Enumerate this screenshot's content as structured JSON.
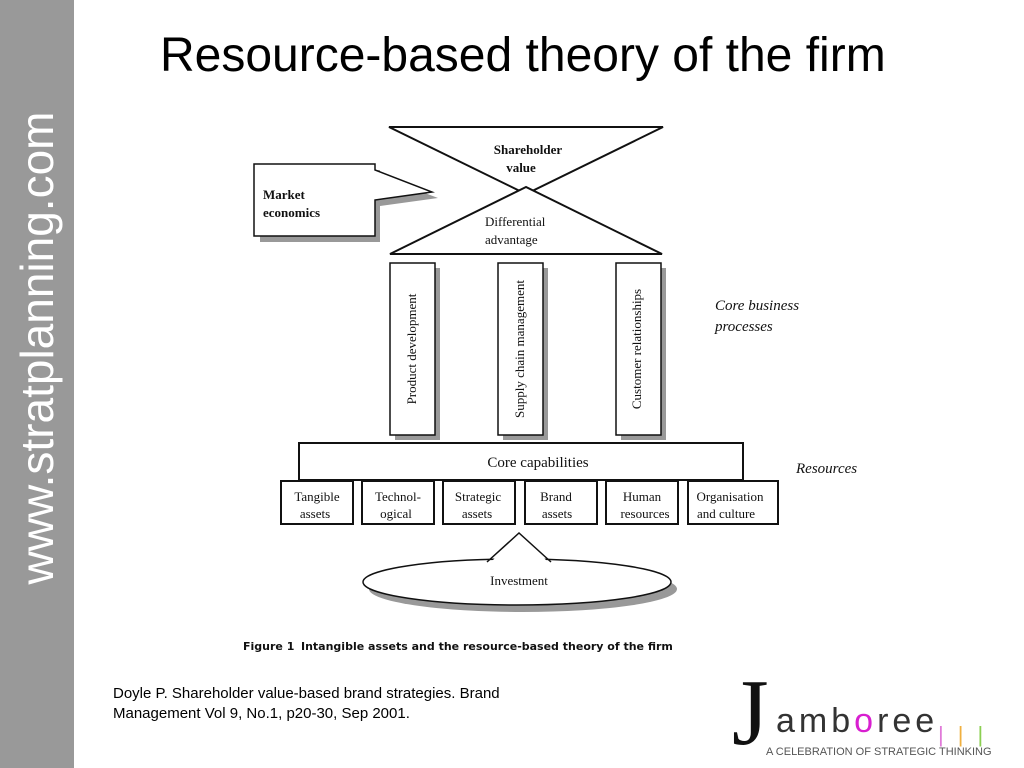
{
  "sidebar": {
    "text": "www.stratplanning.com"
  },
  "slide": {
    "title": "Resource-based theory of the firm"
  },
  "diagram": {
    "shareholder_value": [
      "Shareholder",
      "value"
    ],
    "differential_advantage": [
      "Differential",
      "advantage"
    ],
    "market_economics": [
      "Market",
      "economics"
    ],
    "processes": [
      "Product development",
      "Supply chain management",
      "Customer relationships"
    ],
    "core_business_processes_label": [
      "Core business",
      "processes"
    ],
    "core_capabilities": "Core capabilities",
    "resources_label": "Resources",
    "assets": [
      [
        "Tangible",
        "assets"
      ],
      [
        "Technol-",
        "ogical"
      ],
      [
        "Strategic",
        "assets"
      ],
      [
        "Brand",
        "assets"
      ],
      [
        "Human",
        "resources"
      ],
      [
        "Organisation",
        "and culture"
      ]
    ],
    "investment": "Investment",
    "figure_label": "Figure 1",
    "figure_caption": "Intangible assets and the resource-based theory of the firm"
  },
  "citation": {
    "line1": "Doyle P. Shareholder value-based brand strategies. Brand",
    "line2": "Management Vol 9, No.1, p20-30, Sep 2001."
  },
  "logo": {
    "letter": "J",
    "word_pre": "amb",
    "word_hl": "o",
    "word_post": "ree",
    "tagline": "A CELEBRATION OF STRATEGIC THINKING",
    "bar_colors": [
      "#e07ad8",
      "#f0b040",
      "#8bcf52"
    ]
  }
}
